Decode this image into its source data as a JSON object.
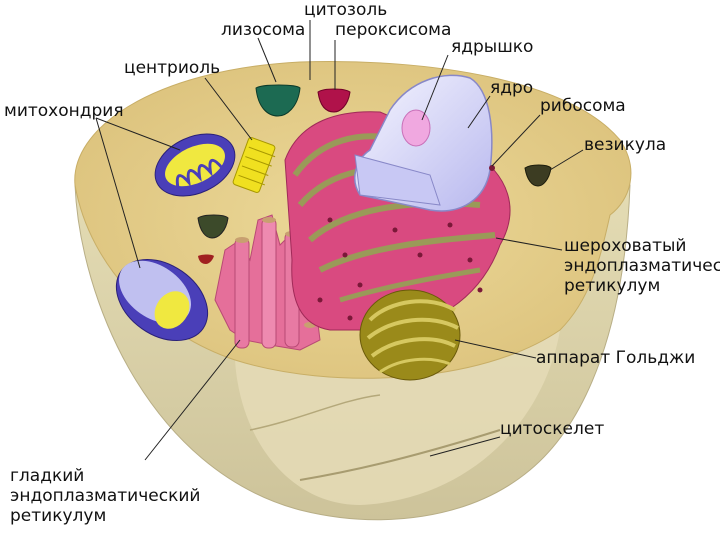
{
  "labels": {
    "cytosol": "цитозоль",
    "lysosome": "лизосома",
    "peroxisome": "пероксисома",
    "nucleolus": "ядрышко",
    "centriole": "центриоль",
    "nucleus": "ядро",
    "mitochondria": "митохондрия",
    "ribosome": "рибосома",
    "vesicle": "везикула",
    "rough_er": "шероховатый\nэндоплазматический\nретикулум",
    "golgi": "аппарат Гольджи",
    "cytoskeleton": "цитоскелет",
    "smooth_er": "гладкий\nэндоплазматический\nретикулум"
  },
  "colors": {
    "cytoplasm_top": "#e6cf8a",
    "cell_wall": "#ded4ac",
    "rough_er": "#d9497f",
    "smooth_er": "#e9739f",
    "er_ribbon": "#9a9a58",
    "nucleus": "#e8e8f8",
    "nucleolus": "#f0a8e0",
    "mitochondria_outer": "#4a3fb8",
    "mitochondria_inner": "#e8e020",
    "golgi": "#9a8a1a",
    "lysosome": "#1c6a52",
    "peroxisome": "#b0124a",
    "vesicle": "#3c3c22",
    "centriole": "#f0e020"
  }
}
